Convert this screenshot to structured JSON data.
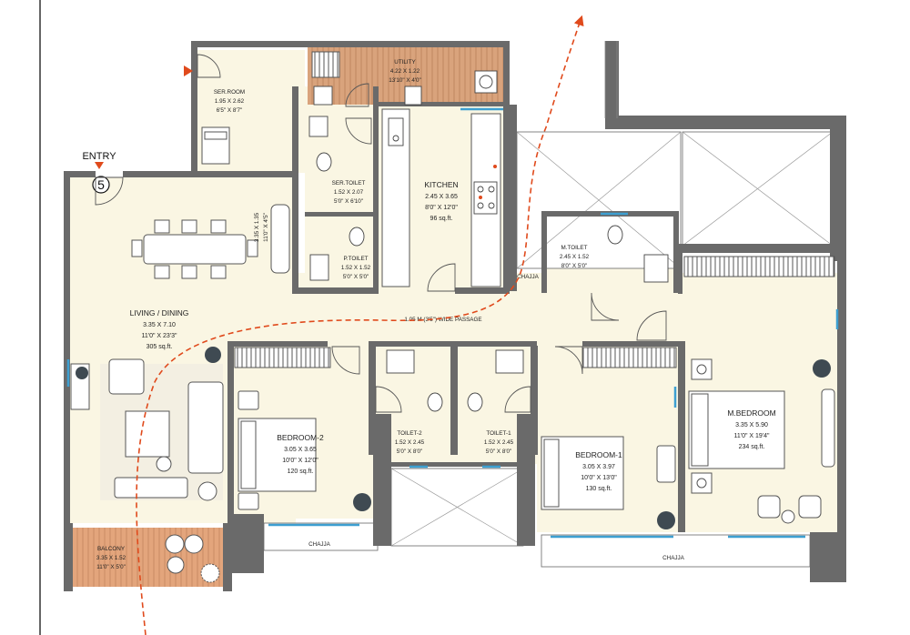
{
  "entry": {
    "label": "ENTRY",
    "number": "5"
  },
  "rooms": {
    "ser_room": {
      "name": "SER.ROOM",
      "dim_m": "1.95 X 2.62",
      "dim_ft": "6'5\" X 8'7\""
    },
    "utility": {
      "name": "UTILITY",
      "dim_m": "4.22 X 1.22",
      "dim_ft": "13'10\" X 4'0\""
    },
    "ser_toilet": {
      "name": "SER.TOILET",
      "dim_m": "1.52 X 2.07",
      "dim_ft": "5'0\" X 6'10\""
    },
    "kitchen": {
      "name": "KITCHEN",
      "dim_m": "2.45 X 3.65",
      "dim_ft": "8'0\" X 12'0\"",
      "area": "96 sq.ft."
    },
    "p_toilet": {
      "name": "P.TOILET",
      "dim_m": "1.52 X 1.52",
      "dim_ft": "5'0\" X 5'0\""
    },
    "m_toilet": {
      "name": "M.TOILET",
      "dim_m": "2.45 X 1.52",
      "dim_ft": "8'0\" X 5'0\""
    },
    "living_dining": {
      "name": "LIVING / DINING",
      "dim_m": "3.35 X 7.10",
      "dim_ft": "11'0\" X 23'3\"",
      "area": "305 sq.ft."
    },
    "dining_alcove": {
      "dim_m": "3.35 X 1.35",
      "dim_ft": "11'0\" X 4'5\""
    },
    "bedroom_2": {
      "name": "BEDROOM-2",
      "dim_m": "3.05 X 3.65",
      "dim_ft": "10'0\" X 12'0\"",
      "area": "120 sq.ft."
    },
    "toilet_2": {
      "name": "TOILET-2",
      "dim_m": "1.52 X 2.45",
      "dim_ft": "5'0\" X 8'0\""
    },
    "toilet_1": {
      "name": "TOILET-1",
      "dim_m": "1.52 X 2.45",
      "dim_ft": "5'0\" X 8'0\""
    },
    "bedroom_1": {
      "name": "BEDROOM-1",
      "dim_m": "3.05 X 3.97",
      "dim_ft": "10'0\" X 13'0\"",
      "area": "130 sq.ft."
    },
    "m_bedroom": {
      "name": "M.BEDROOM",
      "dim_m": "3.35 X 5.90",
      "dim_ft": "11'0\" X 19'4\"",
      "area": "234 sq.ft."
    },
    "balcony": {
      "name": "BALCONY",
      "dim_m": "3.35 X 1.52",
      "dim_ft": "11'0\" X 5'0\""
    }
  },
  "passage": "1.05 M (3'5\") WIDE PASSAGE",
  "chajja_labels": [
    "CHAJJA",
    "CHAJJA",
    "CHAJJA"
  ],
  "colors": {
    "wall": "#6a6a6a",
    "floor": "#faf6e3",
    "balcony_deck": "#e3a57c",
    "utility_deck": "#d9a37c",
    "path_arrow": "#e04a1c",
    "window": "#3d9fd1"
  }
}
